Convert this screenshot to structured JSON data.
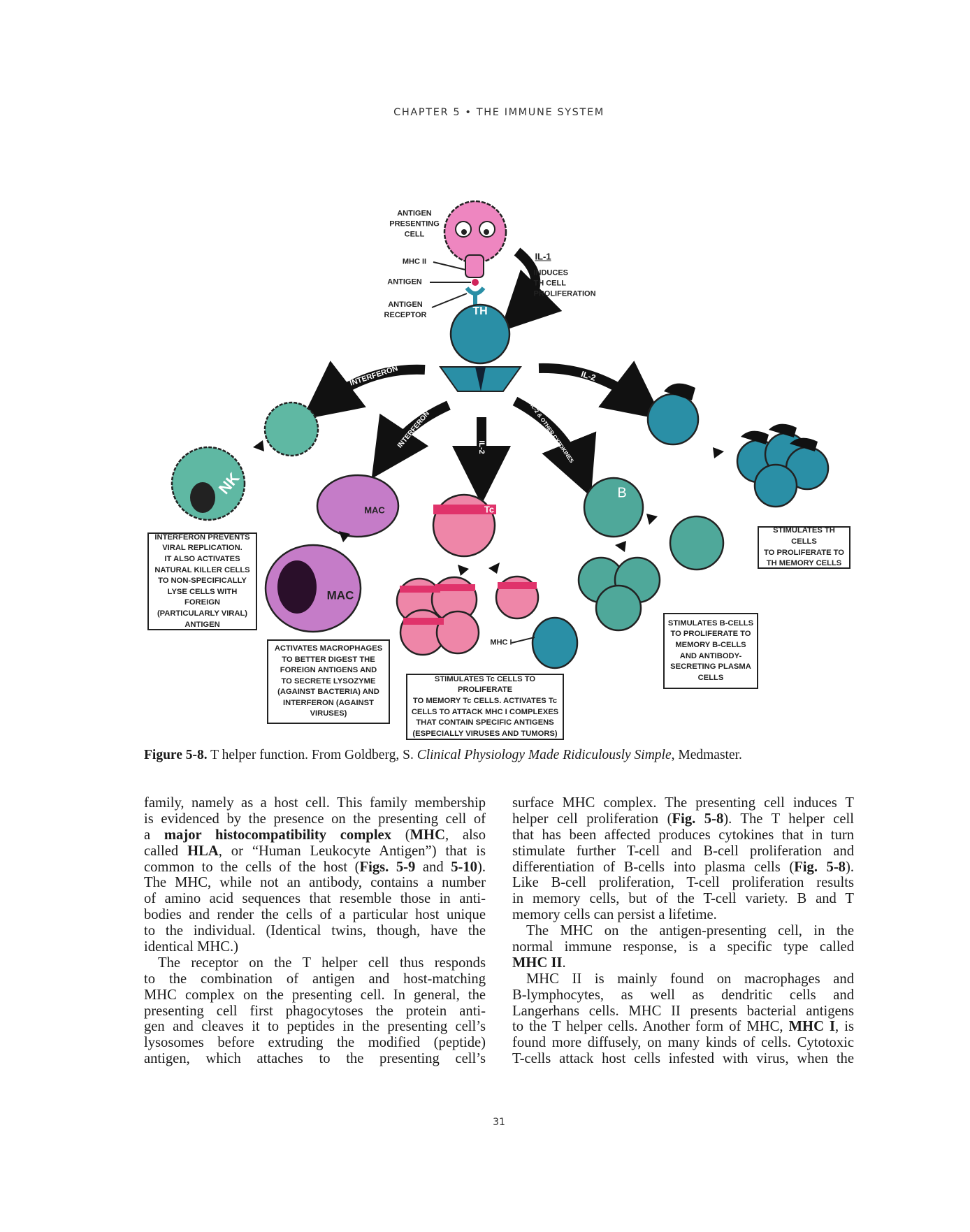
{
  "running_head": "CHAPTER 5 • THE IMMUNE SYSTEM",
  "figure": {
    "labels": {
      "apc": "ANTIGEN\nPRESENTING\nCELL",
      "mhc2": "MHC II",
      "antigen": "ANTIGEN",
      "receptor": "ANTIGEN\nRECEPTOR",
      "il1": "IL-1",
      "il1_desc": "INDUCES\nTH CELL\nPROLIFERATION",
      "th": "TH",
      "interferon_left": "INTERFERON",
      "interferon_mid": "INTERFERON",
      "il2_down": "IL-2",
      "il2_other": "IL-2 & OTHER CYTOKINES",
      "il2_right": "IL-2",
      "nk": "NK",
      "mac_small": "MAC",
      "mac_big": "MAC",
      "tc": "Tc",
      "b": "B",
      "mhc1": "MHC I"
    },
    "boxes": {
      "interferon": "INTERFERON PREVENTS\nVIRAL REPLICATION.\nIT ALSO ACTIVATES\nNATURAL KILLER CELLS\nTO NON-SPECIFICALLY\nLYSE CELLS WITH FOREIGN\n(PARTICULARLY VIRAL)\nANTIGEN",
      "macrophage": "ACTIVATES MACROPHAGES\nTO BETTER DIGEST THE\nFOREIGN ANTIGENS AND\nTO SECRETE LYSOZYME\n(AGAINST BACTERIA) AND\nINTERFERON (AGAINST\nVIRUSES)",
      "tc": "STIMULATES Tc CELLS TO PROLIFERATE\nTO MEMORY Tc CELLS. ACTIVATES Tc\nCELLS TO ATTACK MHC I COMPLEXES\nTHAT CONTAIN SPECIFIC ANTIGENS\n(ESPECIALLY VIRUSES AND TUMORS)",
      "bcell": "STIMULATES B-CELLS\nTO PROLIFERATE TO\nMEMORY B-CELLS\nAND ANTIBODY-\nSECRETING PLASMA\nCELLS",
      "th": "STIMULATES TH CELLS\nTO PROLIFERATE TO\nTH MEMORY CELLS"
    },
    "caption": {
      "label": "Figure 5-8.",
      "text": " T helper function. From Goldberg, S. ",
      "book": "Clinical Physiology Made Ridiculously Simple",
      "publisher": ", Medmaster."
    }
  },
  "body": {
    "left_column": [
      {
        "cls": "",
        "runs": [
          [
            "family, namely as a host cell. This family membership",
            0
          ]
        ]
      },
      {
        "cls": "",
        "runs": [
          [
            "is evidenced by the presence on the presenting cell of",
            0
          ]
        ]
      },
      {
        "cls": "",
        "runs": [
          [
            "a ",
            0
          ],
          [
            "major histocompatibility complex",
            1
          ],
          [
            " (",
            0
          ],
          [
            "MHC",
            1
          ],
          [
            ", also",
            0
          ]
        ]
      },
      {
        "cls": "",
        "runs": [
          [
            "called ",
            0
          ],
          [
            "HLA",
            1
          ],
          [
            ", or “Human Leukocyte Antigen”) that is",
            0
          ]
        ]
      },
      {
        "cls": "",
        "runs": [
          [
            "common to the cells of the host (",
            0
          ],
          [
            "Figs. 5-9",
            1
          ],
          [
            " and ",
            0
          ],
          [
            "5-10",
            1
          ],
          [
            ").",
            0
          ]
        ]
      },
      {
        "cls": "",
        "runs": [
          [
            "The MHC, while not an antibody, contains a number",
            0
          ]
        ]
      },
      {
        "cls": "",
        "runs": [
          [
            "of amino acid sequences that resemble those in anti-",
            0
          ]
        ]
      },
      {
        "cls": "",
        "runs": [
          [
            "bodies and render the cells of a particular host unique",
            0
          ]
        ]
      },
      {
        "cls": "",
        "runs": [
          [
            "to the individual. (Identical twins, though, have the",
            0
          ]
        ]
      },
      {
        "cls": "last",
        "runs": [
          [
            "identical MHC.)",
            0
          ]
        ]
      },
      {
        "cls": "indent",
        "runs": [
          [
            "The receptor on the T helper cell thus responds",
            0
          ]
        ]
      },
      {
        "cls": "",
        "runs": [
          [
            "to the combination of antigen and host-matching",
            0
          ]
        ]
      },
      {
        "cls": "",
        "runs": [
          [
            "MHC complex on the presenting cell. In general, the",
            0
          ]
        ]
      },
      {
        "cls": "",
        "runs": [
          [
            "presenting cell first phagocytoses the protein anti-",
            0
          ]
        ]
      },
      {
        "cls": "",
        "runs": [
          [
            "gen and cleaves it to peptides in the presenting cell’s",
            0
          ]
        ]
      },
      {
        "cls": "",
        "runs": [
          [
            "lysosomes before extruding the modified (peptide)",
            0
          ]
        ]
      },
      {
        "cls": "",
        "runs": [
          [
            "antigen, which attaches to the presenting cell’s",
            0
          ]
        ]
      }
    ],
    "right_column": [
      {
        "cls": "",
        "runs": [
          [
            "surface MHC complex. The presenting cell induces T",
            0
          ]
        ]
      },
      {
        "cls": "",
        "runs": [
          [
            "helper cell proliferation (",
            0
          ],
          [
            "Fig. 5-8",
            1
          ],
          [
            "). The T helper cell",
            0
          ]
        ]
      },
      {
        "cls": "",
        "runs": [
          [
            "that has been affected produces cytokines that in turn",
            0
          ]
        ]
      },
      {
        "cls": "",
        "runs": [
          [
            "stimulate further T-cell and B-cell proliferation and",
            0
          ]
        ]
      },
      {
        "cls": "",
        "runs": [
          [
            "differentiation of B-cells into plasma cells (",
            0
          ],
          [
            "Fig. 5-8",
            1
          ],
          [
            ").",
            0
          ]
        ]
      },
      {
        "cls": "",
        "runs": [
          [
            "Like B-cell proliferation, T-cell proliferation results",
            0
          ]
        ]
      },
      {
        "cls": "",
        "runs": [
          [
            "in memory cells, but of the T-cell variety. B and T",
            0
          ]
        ]
      },
      {
        "cls": "last",
        "runs": [
          [
            "memory cells can persist a lifetime.",
            0
          ]
        ]
      },
      {
        "cls": "indent",
        "runs": [
          [
            "The MHC on the antigen-presenting cell, in the",
            0
          ]
        ]
      },
      {
        "cls": "",
        "runs": [
          [
            "normal immune response, is a specific type called",
            0
          ]
        ]
      },
      {
        "cls": "last",
        "runs": [
          [
            "MHC II",
            1
          ],
          [
            ".",
            0
          ]
        ]
      },
      {
        "cls": "indent",
        "runs": [
          [
            "MHC II is mainly found on macrophages and",
            0
          ]
        ]
      },
      {
        "cls": "",
        "runs": [
          [
            "B-lymphocytes, as well as dendritic cells and",
            0
          ]
        ]
      },
      {
        "cls": "",
        "runs": [
          [
            "Langerhans cells. MHC II presents bacterial antigens",
            0
          ]
        ]
      },
      {
        "cls": "",
        "runs": [
          [
            "to the T helper cells. Another form of MHC, ",
            0
          ],
          [
            "MHC I",
            1
          ],
          [
            ", is",
            0
          ]
        ]
      },
      {
        "cls": "",
        "runs": [
          [
            "found more diffusely, on many kinds of cells. Cytotoxic",
            0
          ]
        ]
      },
      {
        "cls": "",
        "runs": [
          [
            "T-cells attack host cells infested with virus, when the",
            0
          ]
        ]
      }
    ]
  },
  "page_number": "31",
  "colors": {
    "pink": "#e879b8",
    "teal_blue": "#2a8fa6",
    "nk_green": "#5fb8a3",
    "mac_purple": "#c57cc8",
    "tc_red": "#e0336b",
    "b_green": "#4fa89a"
  }
}
